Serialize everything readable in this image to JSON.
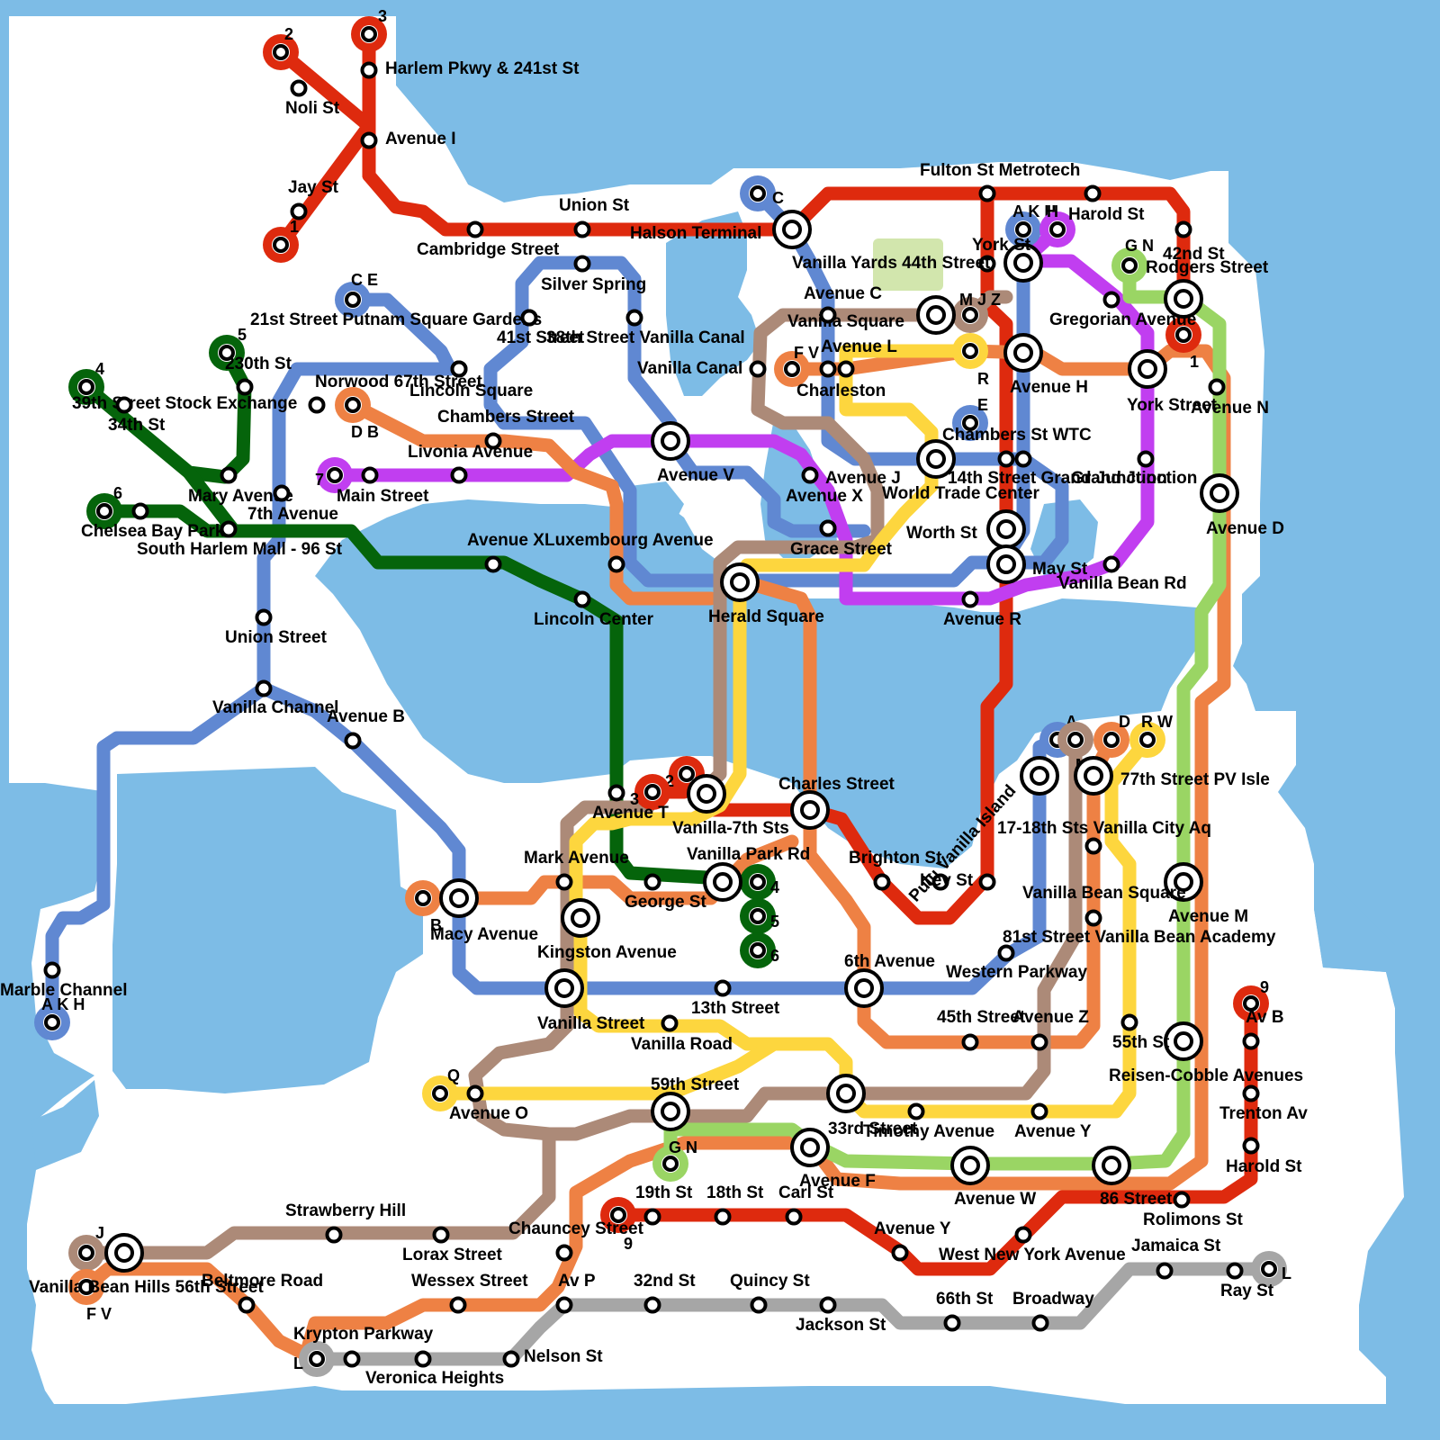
{
  "colors": {
    "water": "#7dbce6",
    "land": "#ffffff",
    "park": "#d2e6ad",
    "red": "#de2a0e",
    "blue": "#6088d2",
    "purple": "#c13ef0",
    "green": "#05640b",
    "orange": "#ee8144",
    "brown": "#ac8a78",
    "yellow": "#fdd63e",
    "lightgreen": "#9ad564",
    "gray": "#a6a6a6"
  },
  "lines": [
    {
      "id": "red",
      "color": "red"
    },
    {
      "id": "blue",
      "color": "blue"
    },
    {
      "id": "purple",
      "color": "purple"
    },
    {
      "id": "green",
      "color": "green"
    },
    {
      "id": "orange",
      "color": "orange"
    },
    {
      "id": "brown",
      "color": "brown"
    },
    {
      "id": "yellow",
      "color": "yellow"
    },
    {
      "id": "lightgreen",
      "color": "lightgreen"
    },
    {
      "id": "gray",
      "color": "gray"
    }
  ],
  "terminals": [
    {
      "label": "2",
      "color": "red"
    },
    {
      "label": "3",
      "color": "red"
    },
    {
      "label": "1",
      "color": "red"
    },
    {
      "label": "C E",
      "color": "blue"
    },
    {
      "label": "5",
      "color": "green"
    },
    {
      "label": "4",
      "color": "green"
    },
    {
      "label": "6",
      "color": "green"
    },
    {
      "label": "D B",
      "color": "orange"
    },
    {
      "label": "7",
      "color": "purple"
    },
    {
      "label": "C",
      "color": "blue"
    },
    {
      "label": "A K H",
      "color": "blue"
    },
    {
      "label": "H",
      "color": "purple"
    },
    {
      "label": "G N",
      "color": "lightgreen"
    },
    {
      "label": "M J Z",
      "color": "brown"
    },
    {
      "label": "F V",
      "color": "orange"
    },
    {
      "label": "R",
      "color": "yellow"
    },
    {
      "label": "E",
      "color": "blue"
    },
    {
      "label": "1",
      "color": "red"
    },
    {
      "label": "A",
      "color": "blue"
    },
    {
      "label": "M",
      "color": "brown"
    },
    {
      "label": "D",
      "color": "orange"
    },
    {
      "label": "R W",
      "color": "yellow"
    },
    {
      "label": "2",
      "color": "red"
    },
    {
      "label": "3",
      "color": "red"
    },
    {
      "label": "4",
      "color": "green"
    },
    {
      "label": "5",
      "color": "green"
    },
    {
      "label": "6",
      "color": "green"
    },
    {
      "label": "B",
      "color": "orange"
    },
    {
      "label": "9",
      "color": "red"
    },
    {
      "label": "Q",
      "color": "yellow"
    },
    {
      "label": "G N",
      "color": "lightgreen"
    },
    {
      "label": "9",
      "color": "red"
    },
    {
      "label": "J",
      "color": "brown"
    },
    {
      "label": "F V",
      "color": "orange"
    },
    {
      "label": "L",
      "color": "gray"
    },
    {
      "label": "L",
      "color": "gray"
    },
    {
      "label": "A K H",
      "color": "blue"
    }
  ],
  "interchanges": [
    {
      "name": "Halson Terminal"
    },
    {
      "name": "York St"
    },
    {
      "name": "42nd St"
    },
    {
      "name": "Vanilla Square"
    },
    {
      "name": "Avenue H"
    },
    {
      "name": "York Street"
    },
    {
      "name": "World Trade Center"
    },
    {
      "name": "Worth St"
    },
    {
      "name": "May St"
    },
    {
      "name": "Avenue D"
    },
    {
      "name": "Avenue V"
    },
    {
      "name": "Herald Square"
    },
    {
      "name": "Vanilla-7th Sts"
    },
    {
      "name": "Charles Street"
    },
    {
      "name": "Vanilla Park Rd"
    },
    {
      "name": "Macy Avenue"
    },
    {
      "name": "Kingston Avenue"
    },
    {
      "name": "Vanilla Street"
    },
    {
      "name": "6th Avenue"
    },
    {
      "name": "17-18th Sts Vanilla City Aq"
    },
    {
      "name": "77th Street PV Isle"
    },
    {
      "name": "Avenue M"
    },
    {
      "name": "Reisen-Cobble Avenues"
    },
    {
      "name": "59th Street"
    },
    {
      "name": "33rd Street"
    },
    {
      "name": "Avenue F"
    },
    {
      "name": "Avenue W"
    },
    {
      "name": "86 Street"
    },
    {
      "name": "Vanilla Bean Hills 56th Street"
    }
  ],
  "stations": [
    {
      "name": "Harlem Pkwy & 241st St"
    },
    {
      "name": "Noli St"
    },
    {
      "name": "Avenue I"
    },
    {
      "name": "Jay St"
    },
    {
      "name": "Cambridge Street"
    },
    {
      "name": "Union St"
    },
    {
      "name": "Fulton St Metrotech"
    },
    {
      "name": "Harold St"
    },
    {
      "name": "Rodgers Street"
    },
    {
      "name": "Vanilla Yards 44th Street"
    },
    {
      "name": "Silver Spring"
    },
    {
      "name": "21st Street Putnam Square Gardens"
    },
    {
      "name": "41st Street"
    },
    {
      "name": "38th Street Vanilla Canal"
    },
    {
      "name": "Vanilla Canal"
    },
    {
      "name": "Avenue C"
    },
    {
      "name": "Gregorian Avenue"
    },
    {
      "name": "230th St"
    },
    {
      "name": "Norwood 67th Street"
    },
    {
      "name": "Lincoln Square"
    },
    {
      "name": "39th Street Stock Exchange"
    },
    {
      "name": "34th St"
    },
    {
      "name": "Avenue L"
    },
    {
      "name": "Charleston"
    },
    {
      "name": "Avenue N"
    },
    {
      "name": "Chambers Street"
    },
    {
      "name": "Livonia Avenue"
    },
    {
      "name": "Main Street"
    },
    {
      "name": "Mary Avenue"
    },
    {
      "name": "7th Avenue"
    },
    {
      "name": "Chelsea Bay Park"
    },
    {
      "name": "South Harlem Mall - 96 St"
    },
    {
      "name": "Chambers St WTC"
    },
    {
      "name": "Avenue J"
    },
    {
      "name": "Avenue X"
    },
    {
      "name": "14th Street Grand Junction"
    },
    {
      "name": "Grand Junction"
    },
    {
      "name": "Avenue X"
    },
    {
      "name": "Luxembourg Avenue"
    },
    {
      "name": "Grace Street"
    },
    {
      "name": "Vanilla Bean Rd"
    },
    {
      "name": "Lincoln Center"
    },
    {
      "name": "Avenue R"
    },
    {
      "name": "Union Street"
    },
    {
      "name": "Vanilla Channel"
    },
    {
      "name": "Avenue B"
    },
    {
      "name": "Avenue T"
    },
    {
      "name": "Mark Avenue"
    },
    {
      "name": "George St"
    },
    {
      "name": "Brighton St"
    },
    {
      "name": "Pulu Vanilla Island"
    },
    {
      "name": "Key St"
    },
    {
      "name": "Vanilla Bean Square"
    },
    {
      "name": "81st Street Vanilla Bean Academy"
    },
    {
      "name": "Western Parkway"
    },
    {
      "name": "Marble Channel"
    },
    {
      "name": "13th Street"
    },
    {
      "name": "45th Street"
    },
    {
      "name": "Avenue Z"
    },
    {
      "name": "55th St"
    },
    {
      "name": "Av B"
    },
    {
      "name": "Vanilla Road"
    },
    {
      "name": "Avenue O"
    },
    {
      "name": "Timothy Avenue"
    },
    {
      "name": "Avenue Y"
    },
    {
      "name": "Trenton Av"
    },
    {
      "name": "Harold St"
    },
    {
      "name": "19th St"
    },
    {
      "name": "18th St"
    },
    {
      "name": "Carl St"
    },
    {
      "name": "Rolimons St"
    },
    {
      "name": "Strawberry Hill"
    },
    {
      "name": "Lorax Street"
    },
    {
      "name": "Chauncey Street"
    },
    {
      "name": "Avenue Y"
    },
    {
      "name": "West New York Avenue"
    },
    {
      "name": "Jamaica St"
    },
    {
      "name": "Ray St"
    },
    {
      "name": "Beltmore Road"
    },
    {
      "name": "Wessex Street"
    },
    {
      "name": "Av P"
    },
    {
      "name": "32nd St"
    },
    {
      "name": "Quincy St"
    },
    {
      "name": "Jackson St"
    },
    {
      "name": "66th St"
    },
    {
      "name": "Broadway"
    },
    {
      "name": "Krypton Parkway"
    },
    {
      "name": "Veronica Heights"
    },
    {
      "name": "Nelson St"
    }
  ]
}
